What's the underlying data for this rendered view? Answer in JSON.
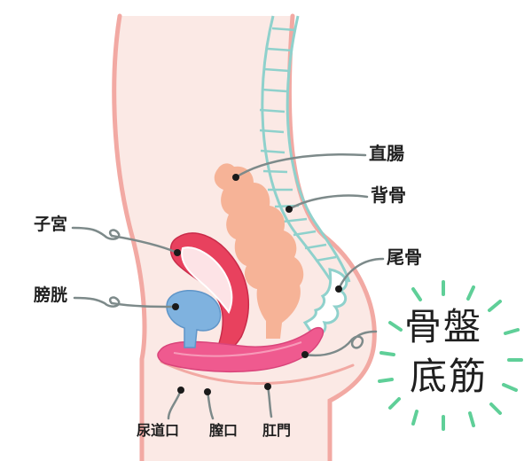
{
  "labels": {
    "rectum": "直腸",
    "spine": "背骨",
    "coccyx": "尾骨",
    "uterus": "子宮",
    "bladder": "膀胱",
    "urethra": "尿道口",
    "vagina": "膣口",
    "anus": "肛門",
    "title_line1": "骨盤",
    "title_line2": "底筋"
  },
  "colors": {
    "body_outline": "#f2a9a3",
    "body_fill": "#fbe9e5",
    "spine": "#8fd1cc",
    "intestine": "#f6b397",
    "uterus": "#e8415e",
    "bladder": "#7fb2df",
    "muscle": "#ef5a8f",
    "burst": "#5fcf98",
    "leader": "#7d8a8a",
    "dot": "#1a1a1a"
  },
  "icons": [
    "leader-dot"
  ]
}
